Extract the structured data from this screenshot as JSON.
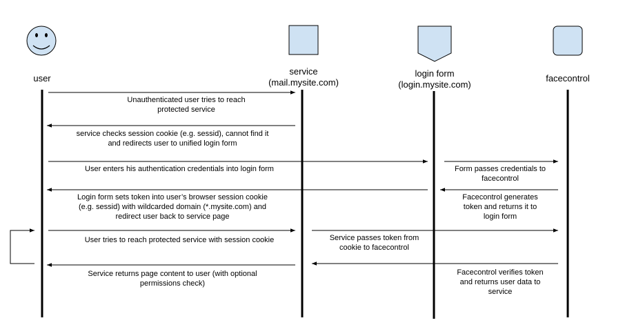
{
  "actors": {
    "user": {
      "name": "user"
    },
    "service": {
      "name": "service",
      "host": "(mail.mysite.com)"
    },
    "login_form": {
      "name": "login form",
      "host": "(login.mysite.com)"
    },
    "facecontrol": {
      "name": "facecontrol"
    }
  },
  "messages": {
    "m1": [
      "Unauthenticated user tries to reach",
      "protected service"
    ],
    "m2": [
      "service checks session cookie (e.g. sessid), cannot find it",
      "and redirects user to unified login form"
    ],
    "m3": [
      "User enters his authentication credentials into login form"
    ],
    "m4": [
      "Form passes credentials to",
      "facecontrol"
    ],
    "m5": [
      "Login form sets token into user’s browser session cookie",
      "(e.g. sessid) with wildcarded domain (*.mysite.com) and",
      "redirect user back to service page"
    ],
    "m6": [
      "Facecontrol generates",
      "token and returns it to",
      "login form"
    ],
    "m7": [
      "User tries to reach protected service with session cookie"
    ],
    "m8": [
      "Service passes token from",
      "cookie to facecontrol"
    ],
    "m9": [
      "Service returns page content to user (with optional",
      "permissions check)"
    ],
    "m10": [
      "Facecontrol verifies token",
      "and returns user data to",
      "service"
    ]
  },
  "colors": {
    "actor_fill": "#cfe2f3",
    "line": "#000000"
  }
}
